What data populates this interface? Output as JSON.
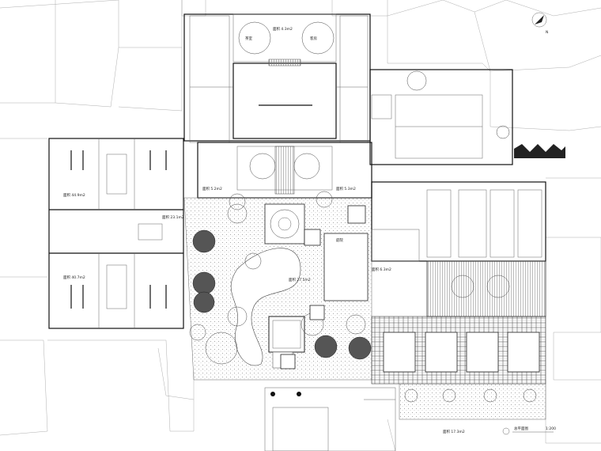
{
  "labels": {
    "north_mark": "N",
    "garden_label": "庭院",
    "room_1": "茶室",
    "room_2": "客房",
    "area_1": "面积 4.3m2",
    "area_2": "面积 5.2m2",
    "area_3": "面积 5.3m2",
    "area_4": "面积 6.3m2",
    "area_5": "面积 23.1m2",
    "area_6": "面积 27.5m2",
    "area_7": "面积 40.7m2",
    "area_8": "面积 44.9m2",
    "area_9": "面积 17.3m2",
    "drawing_title": "总平面图",
    "scale_note": "1:200"
  },
  "colors": {
    "line": "#666666",
    "wall": "#111111",
    "tree_dark": "#555555"
  }
}
